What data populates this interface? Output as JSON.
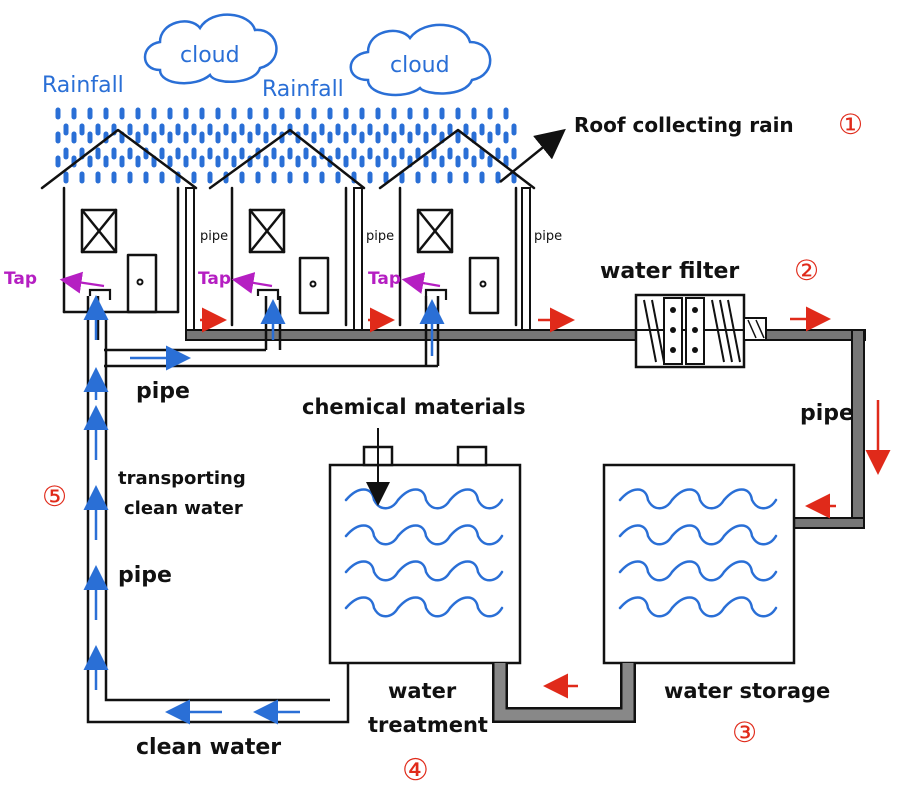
{
  "clouds": [
    "cloud",
    "cloud"
  ],
  "rainfall": [
    "Rainfall",
    "Rainfall"
  ],
  "labels": {
    "roof": "Roof collecting rain",
    "filter": "water filter",
    "pipe": "pipe",
    "chemicals": "chemical materials",
    "storage": "water storage",
    "treatment_line1": "water",
    "treatment_line2": "treatment",
    "transport_line1": "transporting",
    "transport_line2": "clean water",
    "clean_water": "clean water",
    "tap": "Tap"
  },
  "steps": [
    "①",
    "②",
    "③",
    "④",
    "⑤"
  ],
  "colors": {
    "rain": "#2a6fd6",
    "flow_arrow_red": "#e02a1a",
    "clean_flow_blue": "#2a6fd6",
    "pipe_gray": "#777777",
    "tap_purple": "#b51fc2"
  }
}
